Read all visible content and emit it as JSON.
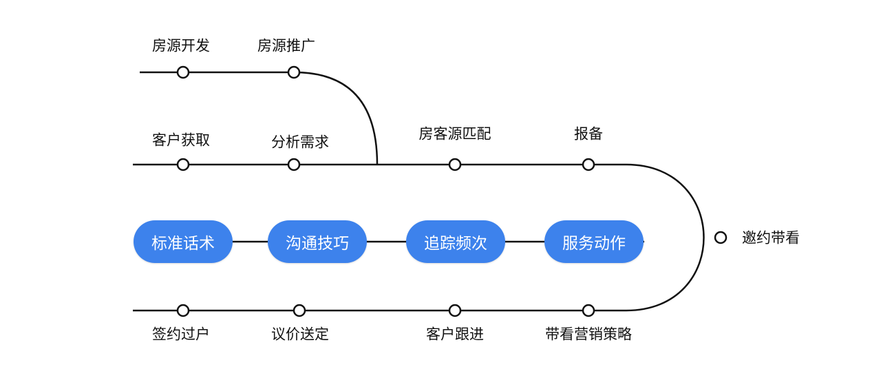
{
  "colors": {
    "line": "#111111",
    "pill_bg": "#3d82ec",
    "pill_text": "#ffffff"
  },
  "track1": {
    "label_1": "房源开发",
    "label_2": "房源推广"
  },
  "track2": {
    "label_1": "客户获取",
    "label_2": "分析需求",
    "label_3": "房客源匹配",
    "label_4": "报备"
  },
  "turn": {
    "label": "邀约带看"
  },
  "track3": {
    "label_1": "签约过户",
    "label_2": "议价送定",
    "label_3": "客户跟进",
    "label_4": "带看营销策略"
  },
  "skills": {
    "pill_1": "标准话术",
    "pill_2": "沟通技巧",
    "pill_3": "追踪频次",
    "pill_4": "服务动作"
  }
}
